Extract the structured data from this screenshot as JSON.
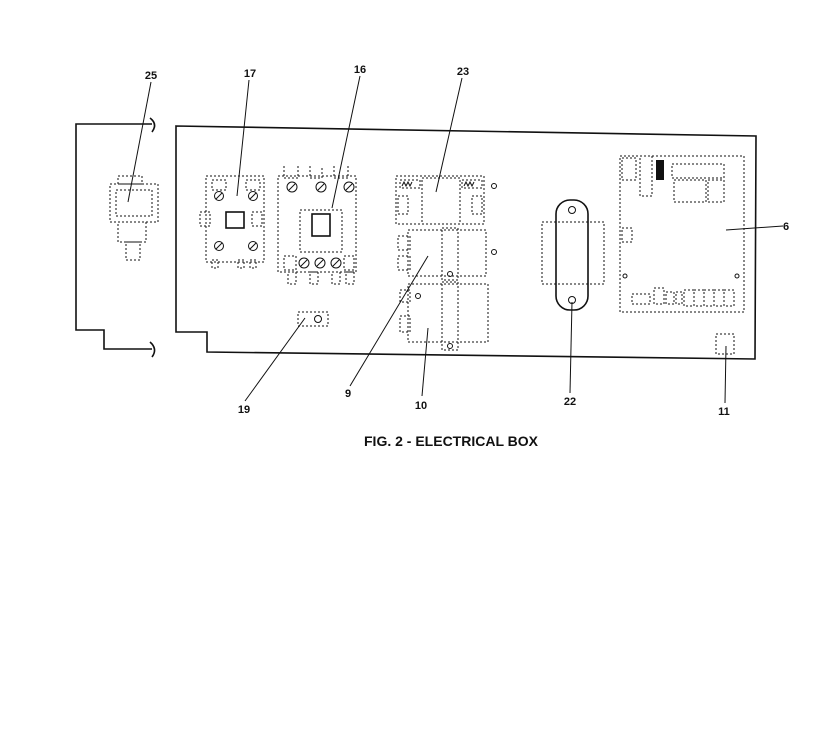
{
  "figure": {
    "caption": "FIG. 2 - ELECTRICAL BOX"
  },
  "callouts": {
    "c25": "25",
    "c17": "17",
    "c16": "16",
    "c23": "23",
    "c6": "6",
    "c19": "19",
    "c9": "9",
    "c10": "10",
    "c22": "22",
    "c11": "11"
  }
}
